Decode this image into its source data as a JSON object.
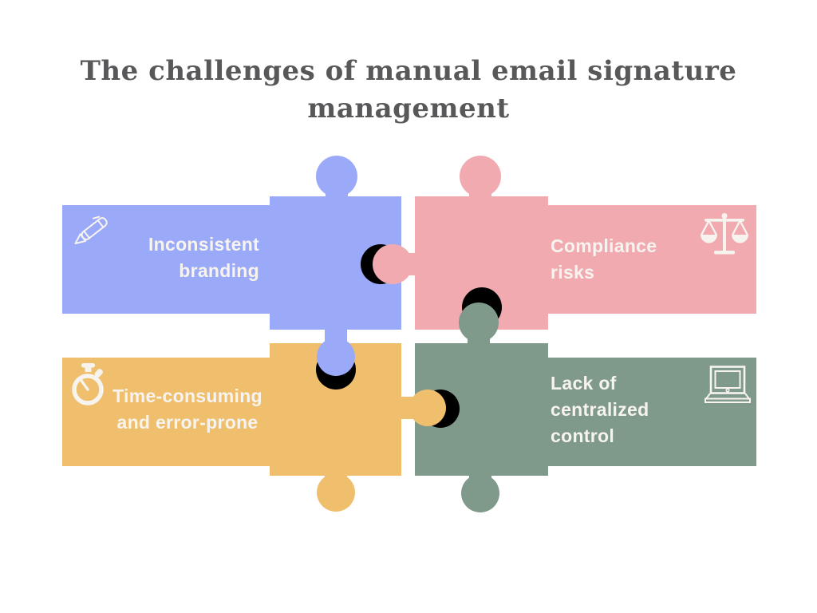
{
  "title": {
    "lines": [
      "The challenges of manual email signature",
      "management"
    ],
    "color": "#58585a"
  },
  "pieces": [
    {
      "id": "inconsistent-branding",
      "label_lines": [
        "Inconsistent",
        "branding"
      ],
      "color": "#9baaf8",
      "icon": "pen-icon"
    },
    {
      "id": "compliance-risks",
      "label_lines": [
        "Compliance",
        "risks"
      ],
      "color": "#f2aab1",
      "icon": "scales-icon"
    },
    {
      "id": "time-consuming-error-prone",
      "label_lines": [
        "Time-consuming",
        "and error-prone"
      ],
      "color": "#efbf6d",
      "icon": "stopwatch-icon"
    },
    {
      "id": "lack-of-centralized-control",
      "label_lines": [
        "Lack of",
        "centralized",
        "control"
      ],
      "color": "#7f998a",
      "icon": "laptop-icon"
    }
  ],
  "colors": {
    "background": "#ffffff",
    "hole_shadow": "#000000",
    "label_text": "#f7f4f0",
    "icon_white": "#f7f4f0"
  }
}
